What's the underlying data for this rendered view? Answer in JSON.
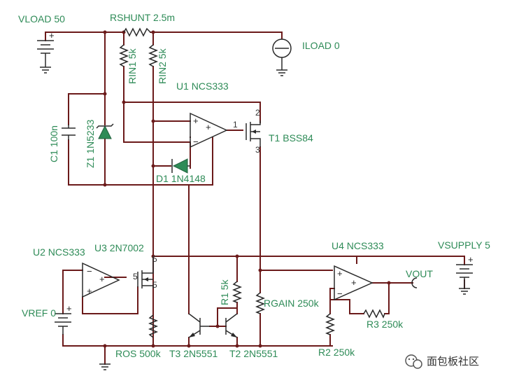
{
  "labels": {
    "vload": "VLOAD 50",
    "rshunt": "RSHUNT 2.5m",
    "iload": "ILOAD 0",
    "rin1": "RIN1 5k",
    "rin2": "RIN2 5k",
    "u1": "U1 NCS333",
    "c1": "C1 100n",
    "z1": "Z1 1N5233",
    "t1": "T1 BSS84",
    "d1": "D1 1N4148",
    "u2": "U2 NCS333",
    "u3": "U3 2N7002",
    "vref": "VREF 0",
    "r1": "R1 5k",
    "rgain": "RGAIN 250k",
    "ros": "ROS 500k",
    "t3": "T3 2N5551",
    "t2": "T2 2N5551",
    "u4": "U4 NCS333",
    "vsupply": "VSUPPLY 5",
    "vout": "VOUT",
    "r3": "R3 250k",
    "r2": "R2 250k"
  },
  "pins": {
    "t1_source": "2",
    "t1_gate": "1",
    "t1_drain": "3",
    "u3_drain": "5",
    "u3_gate": "5",
    "u3_source": "5"
  },
  "signs": {
    "plus": "+",
    "minus": "−"
  },
  "watermark": {
    "text": "面包板社区"
  }
}
